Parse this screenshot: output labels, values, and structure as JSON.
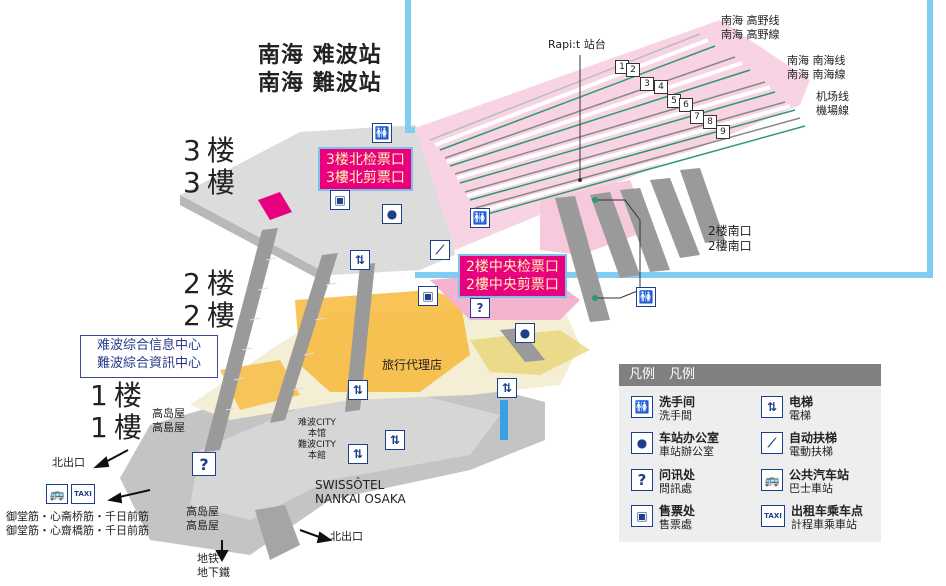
{
  "station": {
    "title_simplified": "南海 难波站",
    "title_traditional": "南海 難波站"
  },
  "floors": {
    "f3_a": "3楼",
    "f3_b": "3樓",
    "f2_a": "2楼",
    "f2_b": "2樓",
    "f1_a": "1楼",
    "f1_b": "1樓"
  },
  "platform": {
    "rapit": "Rapi:t 站台",
    "tracks": [
      "1",
      "2",
      "3",
      "4",
      "5",
      "6",
      "7",
      "8",
      "9"
    ]
  },
  "lines": {
    "koya_a": "南海  高野线",
    "koya_b": "南海  高野線",
    "nankai_a": "南海  南海线",
    "nankai_b": "南海  南海線",
    "airport_a": "机场线",
    "airport_b": "機場線"
  },
  "gates": {
    "north3_a": "3楼北检票口",
    "north3_b": "3樓北剪票口",
    "central2_a": "2楼中央检票口",
    "central2_b": "2樓中央剪票口",
    "south2_a": "2楼南口",
    "south2_b": "2樓南口"
  },
  "places": {
    "info_center_a": "难波综合信息中心",
    "info_center_b": "難波綜合資訊中心",
    "travel_agency": "旅行代理店",
    "takashimaya_a": "高岛屋",
    "takashimaya_b": "高島屋",
    "takashimaya2_a": "高岛屋",
    "takashimaya2_b": "高島屋",
    "city_a1": "难波CITY",
    "city_a2": "本馆",
    "city_b1": "難波CITY",
    "city_b2": "本館",
    "hotel_a": "SWISSÔTEL",
    "hotel_b": "NANKAI OSAKA",
    "north_exit_left": "北出口",
    "north_exit_right": "北出口",
    "dest_a": "御堂筋・心斋桥筋・千日前筋",
    "dest_b": "御堂筋・心齋橋筋・千日前筋",
    "subway_a": "地铁",
    "subway_b": "地下鐵"
  },
  "legend": {
    "title_a": "凡例",
    "title_b": "凡例",
    "items": [
      {
        "icon": "restroom-icon",
        "glyph": "🚻",
        "a": "洗手间",
        "b": "洗手間"
      },
      {
        "icon": "elevator-icon",
        "glyph": "⇅",
        "a": "电梯",
        "b": "電梯"
      },
      {
        "icon": "station-office-icon",
        "glyph": "👤",
        "a": "车站办公室",
        "b": "車站辦公室"
      },
      {
        "icon": "escalator-icon",
        "glyph": "⟋",
        "a": "自动扶梯",
        "b": "電動扶梯"
      },
      {
        "icon": "information-icon",
        "glyph": "?",
        "a": "问讯处",
        "b": "問訊處"
      },
      {
        "icon": "bus-icon",
        "glyph": "🚌",
        "a": "公共汽车站",
        "b": "巴士車站"
      },
      {
        "icon": "ticket-office-icon",
        "glyph": "🎫",
        "a": "售票处",
        "b": "售票處"
      },
      {
        "icon": "taxi-icon",
        "glyph": "TAXI",
        "a": "出租车乘车点",
        "b": "計程車乘車站"
      }
    ]
  },
  "colors": {
    "highlight_frame": "#7fcdf0",
    "gate_magenta": "#e8007e",
    "floor3_grey": "#dcdcdc",
    "floor2_cream": "#f6f0d2",
    "shop_orange": "#f7b93a",
    "platform_pink": "#f6c9dd",
    "floor1_grey": "#bdbdbd"
  }
}
